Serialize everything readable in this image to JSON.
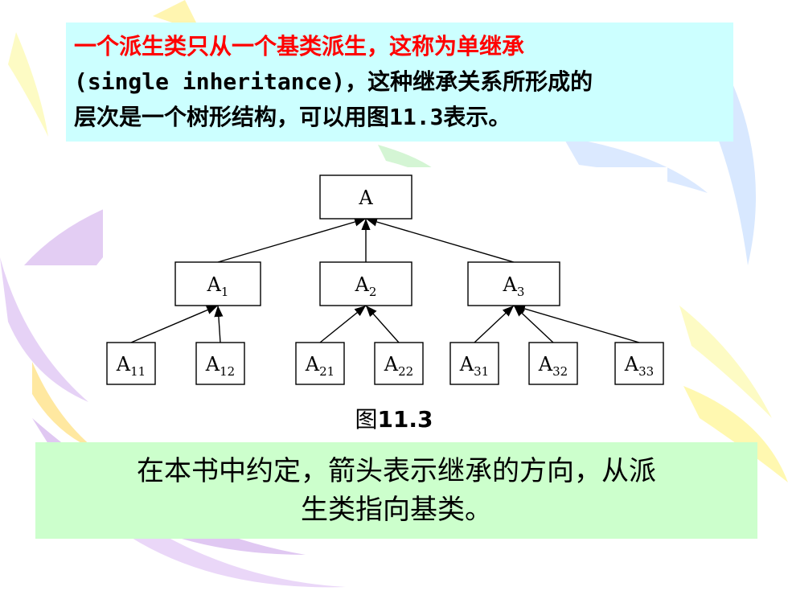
{
  "intro": {
    "line1_red": "一个派生类只从一个基类派生，这称为单继承",
    "line2": "(single inheritance)，这种继承关系所形成的",
    "line3": "层次是一个树形结构，可以用图11.3表示。"
  },
  "diagram": {
    "nodes": [
      {
        "id": "A",
        "base": "A",
        "sub": ""
      },
      {
        "id": "A1",
        "base": "A",
        "sub": "1"
      },
      {
        "id": "A2",
        "base": "A",
        "sub": "2"
      },
      {
        "id": "A3",
        "base": "A",
        "sub": "3"
      },
      {
        "id": "A11",
        "base": "A",
        "sub": "11"
      },
      {
        "id": "A12",
        "base": "A",
        "sub": "12"
      },
      {
        "id": "A21",
        "base": "A",
        "sub": "21"
      },
      {
        "id": "A22",
        "base": "A",
        "sub": "22"
      },
      {
        "id": "A31",
        "base": "A",
        "sub": "31"
      },
      {
        "id": "A32",
        "base": "A",
        "sub": "32"
      },
      {
        "id": "A33",
        "base": "A",
        "sub": "33"
      }
    ],
    "edges": [
      {
        "from": "A1",
        "to": "A"
      },
      {
        "from": "A2",
        "to": "A"
      },
      {
        "from": "A3",
        "to": "A"
      },
      {
        "from": "A11",
        "to": "A1"
      },
      {
        "from": "A12",
        "to": "A1"
      },
      {
        "from": "A21",
        "to": "A2"
      },
      {
        "from": "A22",
        "to": "A2"
      },
      {
        "from": "A31",
        "to": "A3"
      },
      {
        "from": "A32",
        "to": "A3"
      },
      {
        "from": "A33",
        "to": "A3"
      }
    ]
  },
  "caption": {
    "prefix": "图",
    "number": "11.3"
  },
  "note": {
    "line1": "在本书中约定，箭头表示继承的方向，从派",
    "line2": "生类指向基类。"
  },
  "colors": {
    "intro_bg": "#ccffff",
    "intro_highlight": "#ff0000",
    "note_bg": "#ccffcc"
  }
}
